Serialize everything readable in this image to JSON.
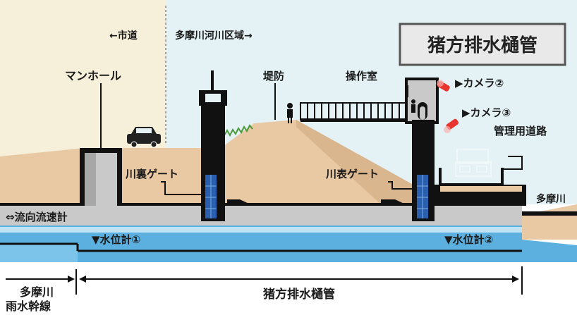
{
  "diagram": {
    "title": "猪方排水樋管",
    "labels": {
      "city_road": "←市道",
      "river_area": "多摩川河川区域→",
      "manhole": "マンホール",
      "embankment": "堤防",
      "control_room": "操作室",
      "camera2": "▶カメラ②",
      "camera3": "▶カメラ③",
      "mgmt_road": "管理用道路",
      "inner_gate": "川裏ゲート",
      "outer_gate": "川表ゲート",
      "river": "多摩川",
      "flow_meter": "⇔流向流速計",
      "level1": "▼水位計①",
      "level2": "▼水位計②",
      "bottom_left_1": "多摩川",
      "bottom_left_2": "雨水幹線",
      "bottom_span": "猪方排水樋管"
    }
  },
  "colors": {
    "sky": "#e4f2f5",
    "cream": "#f6f0da",
    "ground": "#e9c9a3",
    "ground_dark": "#d9b68e",
    "concrete": "#c9c9c9",
    "concrete_dark": "#a7a7a7",
    "black": "#111111",
    "water": "#5cb0e0",
    "water_light": "#bfe3f5",
    "blue_gate": "#2a5fb0",
    "red": "#e8362f"
  }
}
